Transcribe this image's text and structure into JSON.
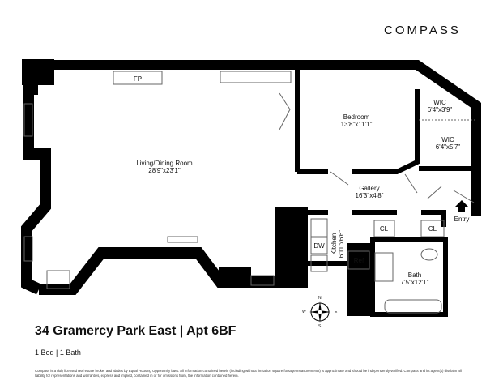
{
  "brand": {
    "logo": "COMPASS"
  },
  "rooms": [
    {
      "name": "Living/Dining Room",
      "dims": "28'9\"x23'1\""
    },
    {
      "name": "Bedroom",
      "dims": "13'8\"x11'1\""
    },
    {
      "name": "WIC",
      "dims": "6'4\"x3'9\""
    },
    {
      "name": "WIC",
      "dims": "6'4\"x5'7\""
    },
    {
      "name": "Gallery",
      "dims": "16'3\"x4'8\""
    },
    {
      "name": "Kitchen",
      "dims": "6'11\"x6'6\""
    },
    {
      "name": "Bath",
      "dims": "7'5\"x12'1\""
    }
  ],
  "fixtures": {
    "fireplace": "FP",
    "dishwasher": "DW",
    "refrigerator": "Ref",
    "closet1": "CL",
    "closet2": "CL",
    "entry": "Entry"
  },
  "compass": {
    "n": "N",
    "s": "S",
    "e": "E",
    "w": "W"
  },
  "listing": {
    "title": "34 Gramercy Park East | Apt 6BF",
    "summary": "1 Bed | 1 Bath"
  },
  "disclaimer": "Compass is a duly licensed real estate broker and abides by Equal Housing Opportunity laws.  All information contained herein (including without limitation square footage measurements) is approximate and should be independently verified. Compass and its agent(s) disclaim all liability for representations and warranties, express and implied, contained in or for omissions from, the information contained herein."
}
